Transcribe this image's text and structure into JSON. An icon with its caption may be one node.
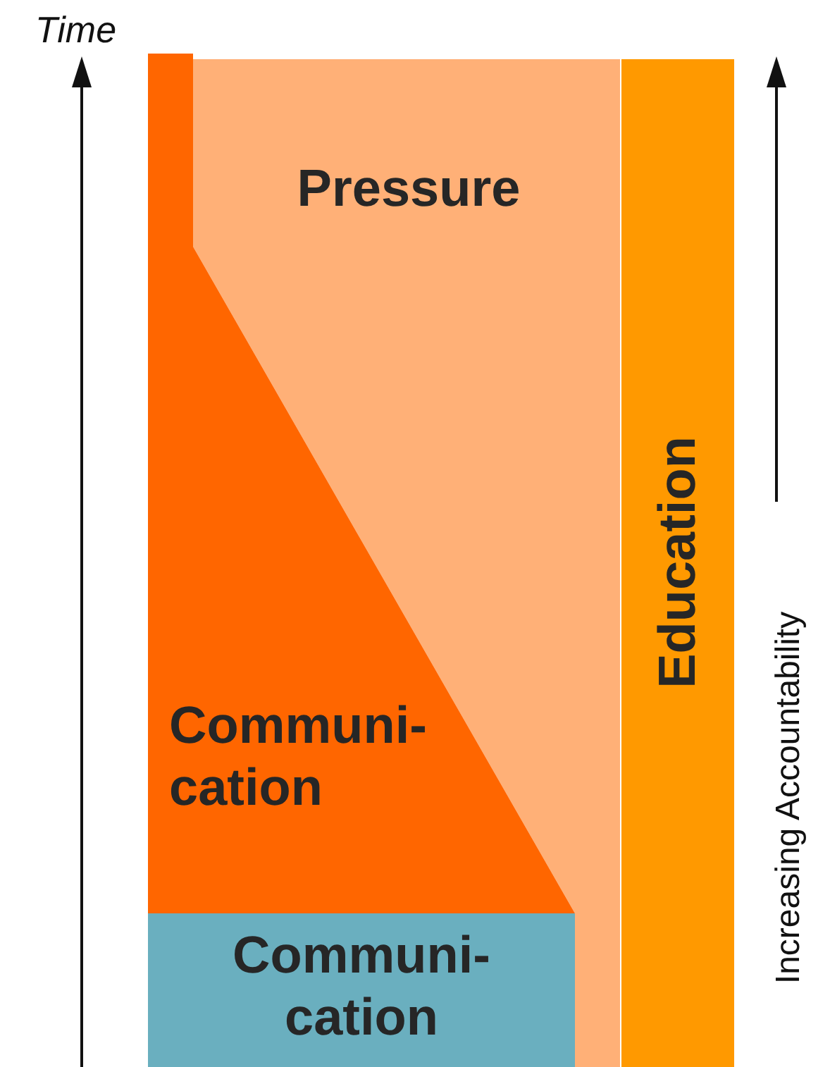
{
  "diagram": {
    "nodes": [
      {
        "text": [
          "Pressure"
        ]
      },
      {
        "text": [
          "Communi- cation"
        ]
      },
      {
        "text": [
          "Communi- cation"
        ]
      },
      {
        "text": [
          "Education"
        ]
      }
    ],
    "labels": [
      "Time",
      "Increasing Accountability"
    ]
  }
}
